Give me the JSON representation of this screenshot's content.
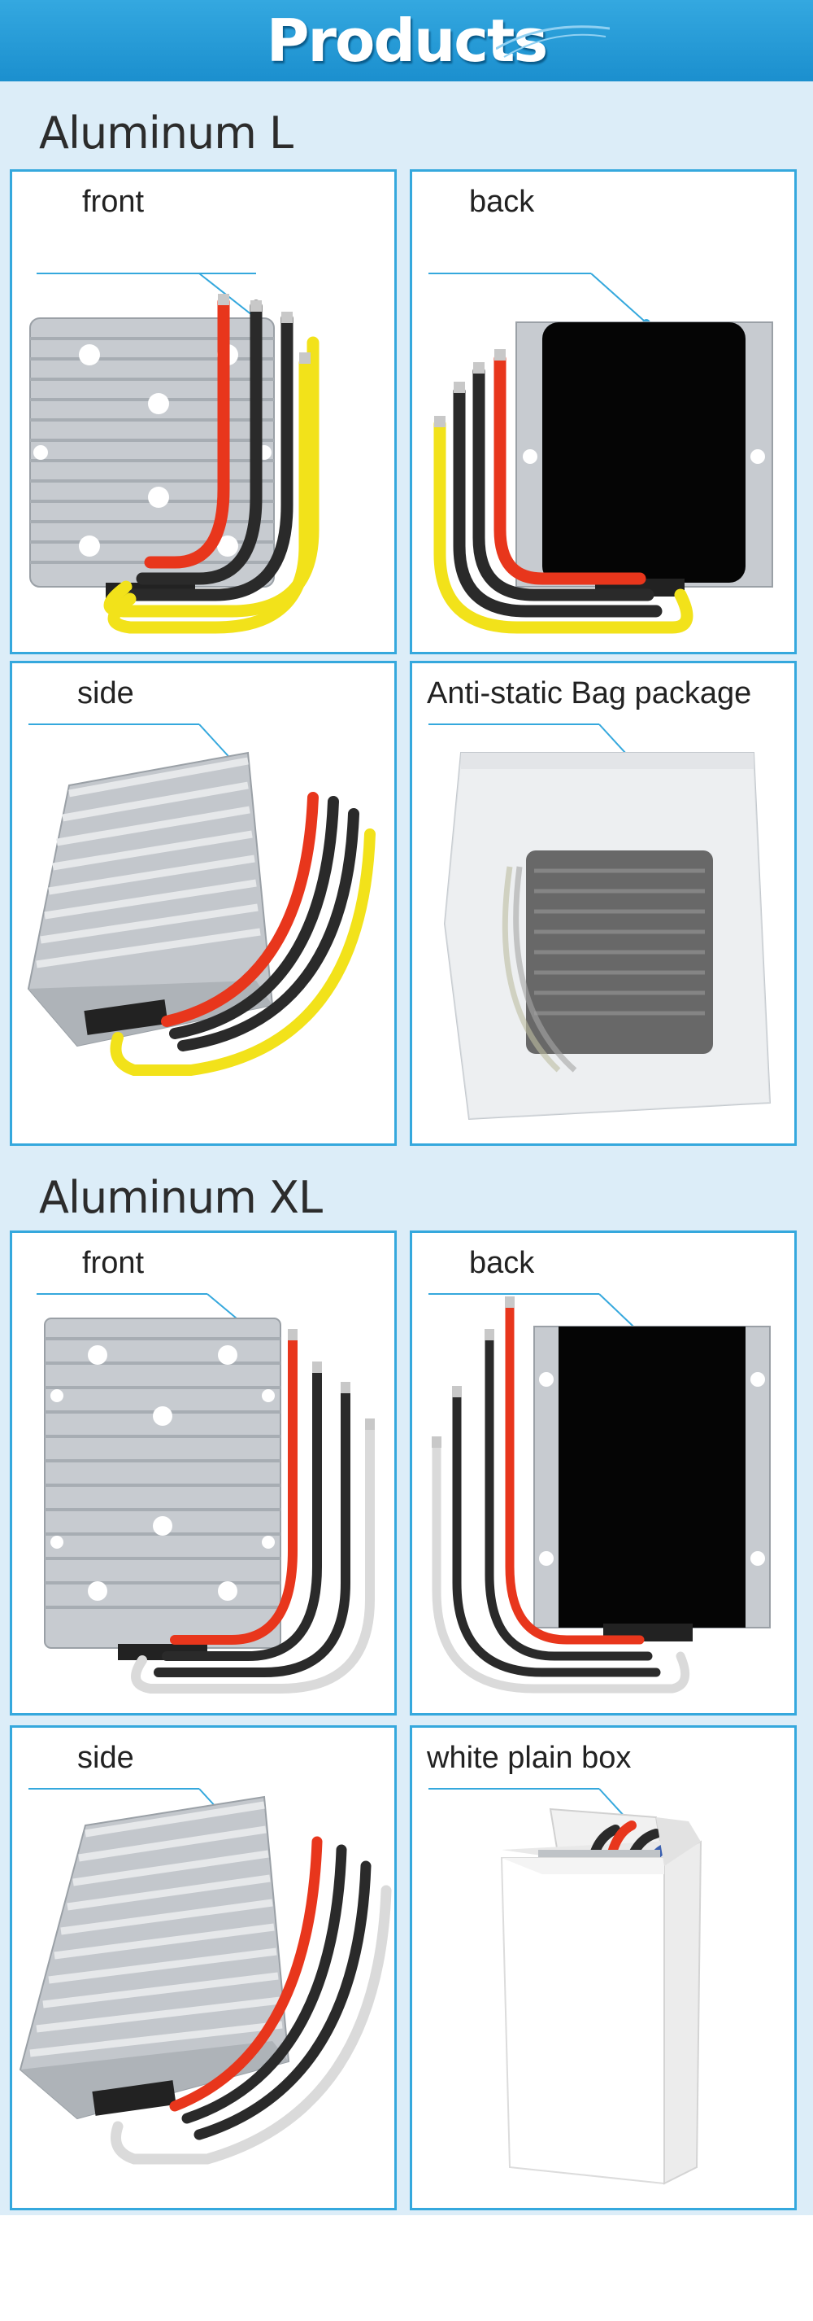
{
  "header": {
    "title": "Products"
  },
  "sections": [
    {
      "title": "Aluminum   L",
      "cards": [
        {
          "label": "front"
        },
        {
          "label": "back"
        },
        {
          "label": "side"
        },
        {
          "label": "Anti-static Bag package"
        }
      ]
    },
    {
      "title": "Aluminum   XL",
      "cards": [
        {
          "label": "front"
        },
        {
          "label": "back"
        },
        {
          "label": "side"
        },
        {
          "label": "white plain box"
        }
      ]
    }
  ],
  "colors": {
    "accent": "#35a8dd",
    "header": "#1b8fce",
    "section_bg": "#dcedf8",
    "wire_red": "#e8361c",
    "wire_yellow": "#f2e21a",
    "wire_black": "#2a2a2a",
    "wire_white": "#d8d8d8"
  }
}
